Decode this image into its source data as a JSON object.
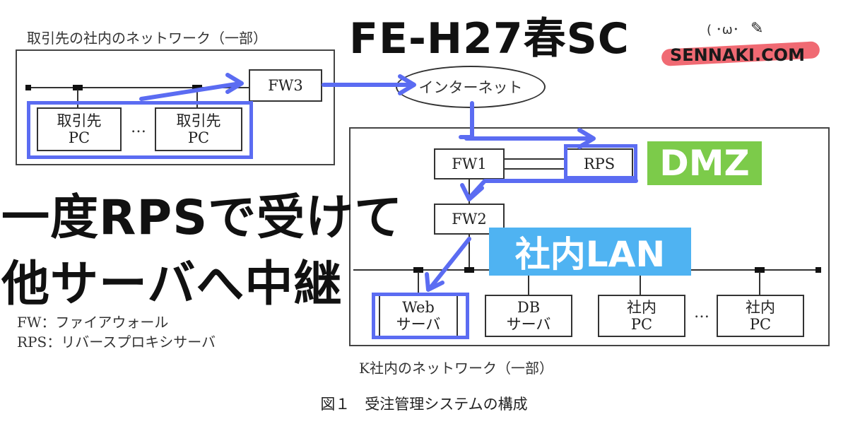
{
  "title": "FE-H27春SC",
  "brand": {
    "face": "( ･ω･",
    "site": "SENNAKI.COM",
    "colors": {
      "swash": "#f06a73"
    }
  },
  "partner_network": {
    "label": "取引先の社内のネットワーク（一部）",
    "pc1": [
      "取引先",
      "PC"
    ],
    "pc2": [
      "取引先",
      "PC"
    ],
    "ellipsis": "…",
    "fw3": "FW3"
  },
  "internet": "インターネット",
  "k_network": {
    "label": "K社内のネットワーク（一部）",
    "fw1": "FW1",
    "rps": "RPS",
    "fw2": "FW2",
    "web": [
      "Web",
      "サーバ"
    ],
    "db": [
      "DB",
      "サーバ"
    ],
    "pc1": [
      "社内",
      "PC"
    ],
    "pc2": [
      "社内",
      "PC"
    ],
    "ellipsis": "…"
  },
  "tags": {
    "dmz": "DMZ",
    "lan": "社内LAN",
    "colors": {
      "dmz": "#7ccb4a",
      "lan": "#4fb3f2",
      "highlight": "#5b6cf2"
    }
  },
  "headline": [
    "一度RPSで受けて",
    "他サーバへ中継"
  ],
  "legend": [
    "FW：ファイアウォール",
    "RPS：リバースプロキシサーバ"
  ],
  "caption": "図１　受注管理システムの構成"
}
